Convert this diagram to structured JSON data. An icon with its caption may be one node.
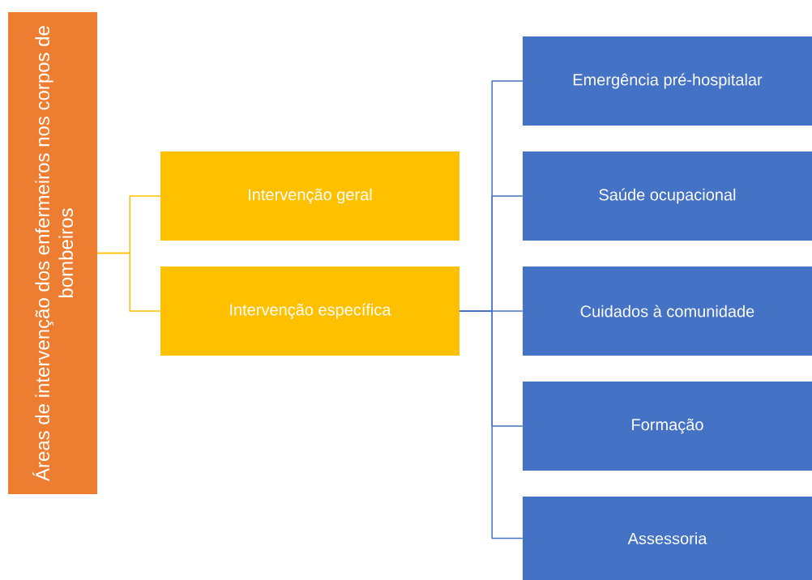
{
  "diagram": {
    "nodes": [
      {
        "text": [
          "Áreas de intervenção dos enfermeiros nos corpos de bombeiros"
        ]
      },
      {
        "text": [
          "Intervenção geral"
        ]
      },
      {
        "text": [
          "Intervenção específica"
        ]
      },
      {
        "text": [
          "Emergência pré-hospitalar"
        ]
      },
      {
        "text": [
          "Saúde ocupacional"
        ]
      },
      {
        "text": [
          "Cuidados à comunidade"
        ]
      },
      {
        "text": [
          "Formação"
        ]
      },
      {
        "text": [
          "Assessoria"
        ]
      }
    ],
    "edges": [
      {
        "from": 0,
        "to": 1,
        "arrow": "none",
        "color": "#ffc000"
      },
      {
        "from": 0,
        "to": 2,
        "arrow": "none",
        "color": "#ffc000"
      },
      {
        "from": 2,
        "to": 3,
        "arrow": "none"
      },
      {
        "from": 2,
        "to": 4,
        "arrow": "none"
      },
      {
        "from": 2,
        "to": 5,
        "arrow": "none"
      },
      {
        "from": 2,
        "to": 6,
        "arrow": "none"
      },
      {
        "from": 2,
        "to": 7,
        "arrow": "none"
      }
    ]
  }
}
